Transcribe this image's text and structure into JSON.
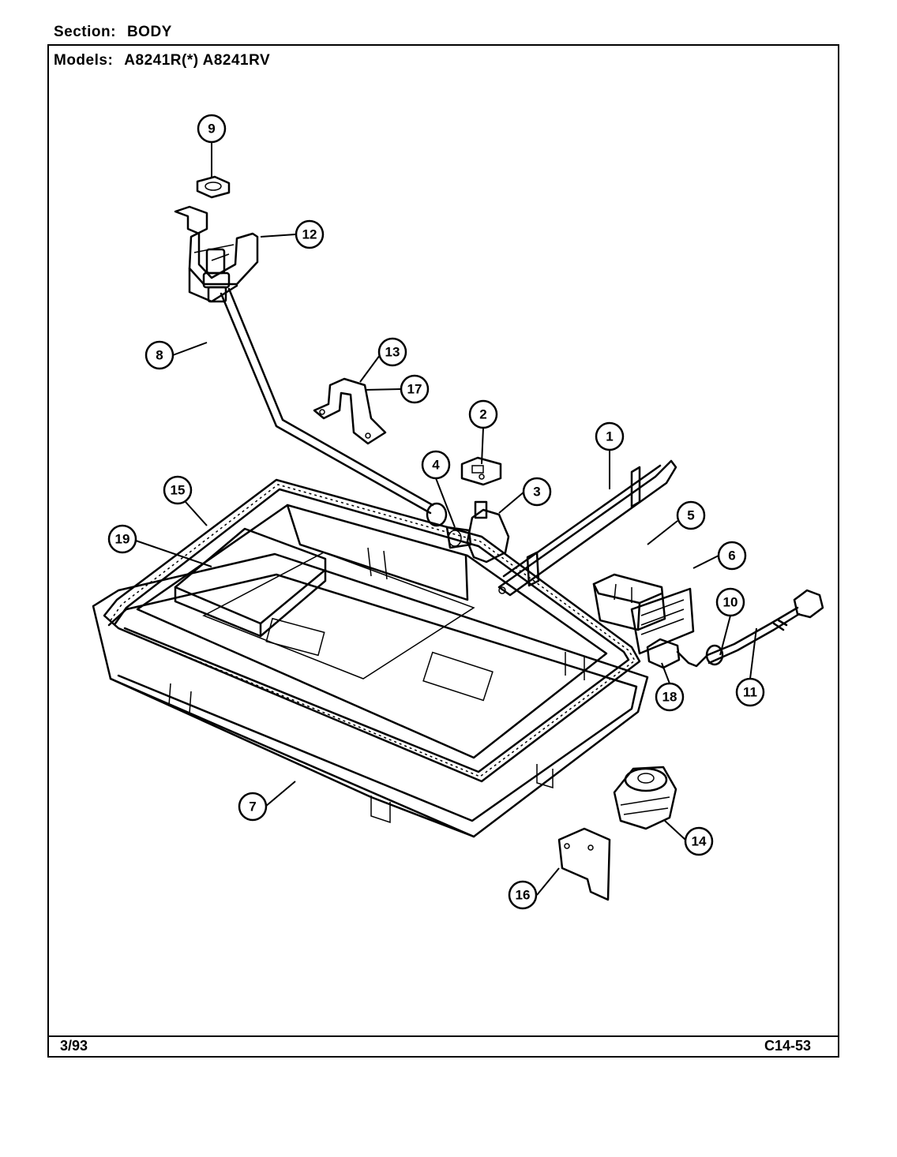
{
  "header": {
    "section_label": "Section:",
    "section_value": "BODY",
    "models_label": "Models:",
    "models_value": "A8241R(*)  A8241RV"
  },
  "footer": {
    "date": "3/93",
    "code": "C14-53"
  },
  "callouts": [
    "1",
    "2",
    "3",
    "4",
    "5",
    "6",
    "7",
    "8",
    "9",
    "10",
    "11",
    "12",
    "13",
    "14",
    "15",
    "16",
    "17",
    "18",
    "19"
  ]
}
